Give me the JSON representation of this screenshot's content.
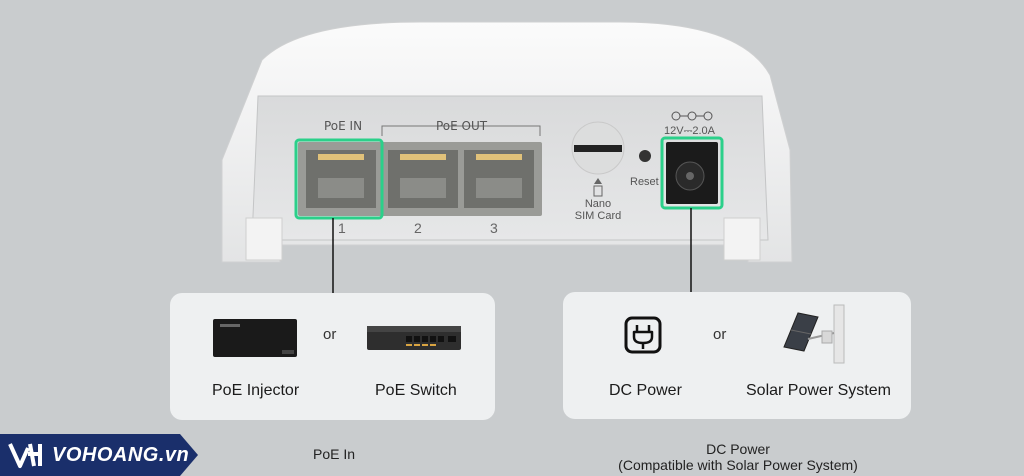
{
  "device": {
    "poe_in_label": "PoE IN",
    "poe_out_label": "PoE OUT",
    "port_numbers": [
      "1",
      "2",
      "3"
    ],
    "sim_label_line1": "Nano",
    "sim_label_line2": "SIM Card",
    "reset_label": "Reset",
    "power_spec": "12V⎓2.0A"
  },
  "poe_card": {
    "or": "or",
    "items": [
      {
        "label": "PoE Injector",
        "icon": "poe-injector"
      },
      {
        "label": "PoE Switch",
        "icon": "poe-switch"
      }
    ]
  },
  "dc_card": {
    "or": "or",
    "items": [
      {
        "label": "DC Power",
        "icon": "power-plug-icon"
      },
      {
        "label": "Solar Power System",
        "icon": "solar-panel"
      }
    ]
  },
  "captions": {
    "poe_in": "PoE In",
    "dc_power_line1": "DC Power",
    "dc_power_line2": "(Compatible with Solar Power System)"
  },
  "brand": {
    "name": "VOHOANG.vn",
    "color": "#1a2f6b"
  },
  "colors": {
    "highlight": "#2bd08a",
    "background": "#c9ccce"
  }
}
